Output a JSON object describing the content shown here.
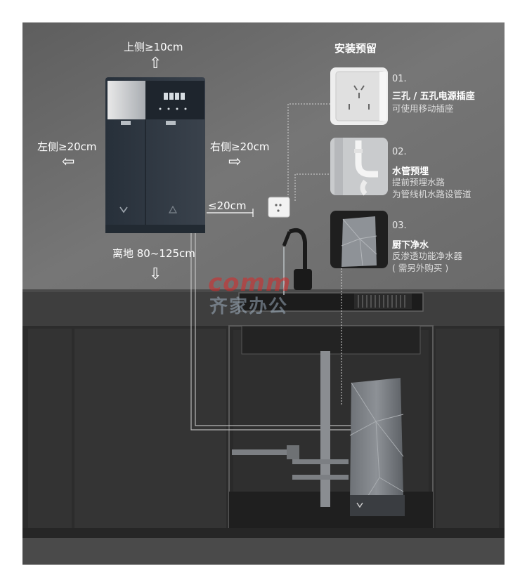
{
  "section_title": "安装预留",
  "clearances": {
    "top": "上侧≥10cm",
    "left": "左侧≥20cm",
    "right": "右侧≥20cm",
    "gap": "≤20cm",
    "floor": "离地 80~125cm"
  },
  "items": [
    {
      "num": "01.",
      "title": "三孔 / 五孔电源插座",
      "desc": [
        "可使用移动插座"
      ],
      "icon": "socket-icon"
    },
    {
      "num": "02.",
      "title": "水管预埋",
      "desc": [
        "提前预埋水路",
        "为管线机水路设管道"
      ],
      "icon": "pipe-icon"
    },
    {
      "num": "03.",
      "title": "厨下净水",
      "desc": [
        "反渗透功能净水器",
        "( 需另外购买 )"
      ],
      "icon": "purifier-icon"
    }
  ],
  "watermark": {
    "brand": "comm",
    "cn": "齐家办公"
  },
  "device_logo": "V",
  "colors": {
    "wall": "#6b6b6b",
    "cabinet": "#2c2c2c",
    "device": "#2f3640",
    "guide": "#cfcfcf"
  }
}
